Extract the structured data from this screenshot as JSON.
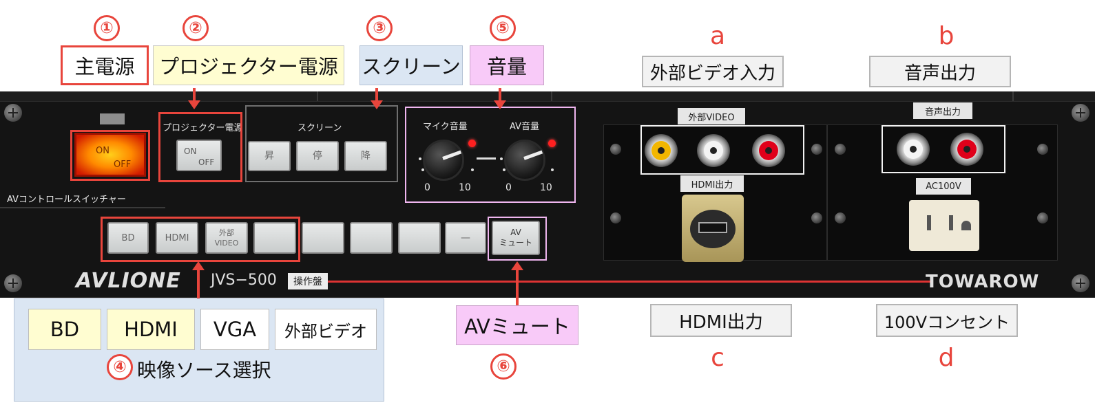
{
  "callouts": {
    "n1": "①",
    "n2": "②",
    "n3": "③",
    "n4": "④",
    "n5": "⑤",
    "n6": "⑥",
    "a": "a",
    "b": "b",
    "c": "c",
    "d": "d"
  },
  "labels": {
    "main_power": "主電源",
    "projector_power": "プロジェクター電源",
    "screen": "スクリーン",
    "volume": "音量",
    "external_video_in": "外部ビデオ入力",
    "audio_out": "音声出力",
    "av_mute": "AVミュート",
    "hdmi_out": "HDMI出力",
    "outlet_100v": "100Vコンセント"
  },
  "source_select": {
    "title": "映像ソース選択",
    "options": [
      "BD",
      "HDMI",
      "VGA",
      "外部ビデオ"
    ]
  },
  "panel": {
    "power_button": {
      "on": "ON",
      "off": "OFF"
    },
    "projector_label": "プロジェクター電源",
    "projector_button": {
      "on": "ON",
      "off": "OFF"
    },
    "screen_label": "スクリーン",
    "screen_buttons": [
      "昇",
      "停",
      "降"
    ],
    "mic_volume_label": "マイク音量",
    "av_volume_label": "AV音量",
    "scale_min": "0",
    "scale_max": "10",
    "switcher_label": "AVコントロールスイッチャー",
    "source_buttons": [
      "BD",
      "HDMI",
      "外部\nVIDEO",
      "",
      "",
      "",
      "",
      "—"
    ],
    "av_mute_button": "AV\nミュート",
    "brand": "AVLIONE",
    "model": "JVS−500",
    "op_panel_badge": "操作盤",
    "ext_video_label": "外部VIDEO",
    "hdmi_out_label": "HDMI出力",
    "audio_out_label": "音声出力",
    "ac_label": "AC100V",
    "towarow": "TOWAROW"
  },
  "colors": {
    "accent_red": "#e8453c",
    "label_yellow": "#fffdd1",
    "label_blue": "#dbe6f3",
    "label_pink": "#f8caf8",
    "label_gray": "#f2f2f2",
    "panel_black": "#141414"
  }
}
